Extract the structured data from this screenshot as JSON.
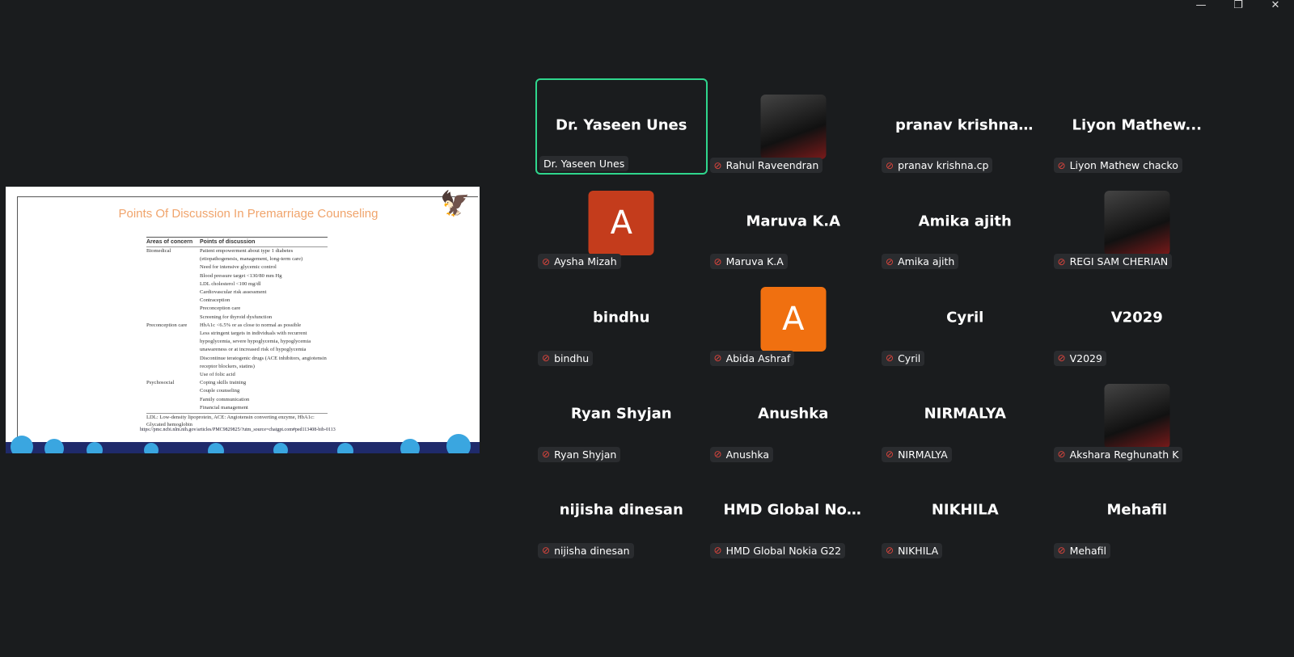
{
  "window_controls": {
    "minimize": "—",
    "restore": "❐",
    "close": "✕"
  },
  "slide": {
    "title": "Points Of Discussion In Premarriage Counseling",
    "headers": [
      "Areas of concern",
      "Points of discussion"
    ],
    "rows": [
      [
        "Biomedical",
        "Patient empowerment about type 1 diabetes (etiopathogenesis, management, long-term care)"
      ],
      [
        "",
        "Need for intensive glycemic control"
      ],
      [
        "",
        "Blood pressure target <130/80 mm Hg"
      ],
      [
        "",
        "LDL cholesterol <100 mg/dl"
      ],
      [
        "",
        "Cardiovascular risk assessment"
      ],
      [
        "",
        "Contraception"
      ],
      [
        "",
        "Preconception care"
      ],
      [
        "",
        "Screening for thyroid dysfunction"
      ],
      [
        "Preconception care",
        "HbA1c <6.5% or as close to normal as possible"
      ],
      [
        "",
        "Less stringent targets in individuals with recurrent hypoglycemia, severe hypoglycemia, hypoglycemia unawareness or at increased risk of hypoglycemia"
      ],
      [
        "",
        "Discontinue teratogenic drugs (ACE inhibitors, angiotensin receptor blockers, statins)"
      ],
      [
        "",
        "Use of folic acid"
      ],
      [
        "Psychosocial",
        "Coping skills training"
      ],
      [
        "",
        "Couple counseling"
      ],
      [
        "",
        "Family communication"
      ],
      [
        "",
        "Financial management"
      ]
    ],
    "footnote": "LDL: Low-density lipoprotein, ACE: Angiotensin converting enzyme, HbA1c: Glycated hemoglobin",
    "url": "https://pmc.ncbi.nlm.nih.gov/articles/PMC9829825/?utm_source=chatgpt.com#ped113408-bib-0113"
  },
  "participants": [
    {
      "big": "Dr. Yaseen Unes",
      "label": "Dr. Yaseen Unes",
      "active": true,
      "muted": false
    },
    {
      "avatar": "photo",
      "label": "Rahul Raveendran",
      "muted": true
    },
    {
      "big": "pranav krishna.cp",
      "label": "pranav krishna.cp",
      "muted": true
    },
    {
      "big": "Liyon  Mathew...",
      "label": "Liyon  Mathew chacko",
      "muted": true
    },
    {
      "avatar": "A",
      "color": "#c43c1c",
      "label": "Aysha Mizah",
      "muted": true
    },
    {
      "big": "Maruva K.A",
      "label": "Maruva K.A",
      "muted": true
    },
    {
      "big": "Amika ajith",
      "label": "Amika ajith",
      "muted": true
    },
    {
      "avatar": "photo",
      "label": "REGI SAM CHERIAN",
      "muted": true
    },
    {
      "big": "bindhu",
      "label": "bindhu",
      "muted": true
    },
    {
      "avatar": "A",
      "color": "#f07010",
      "label": "Abida Ashraf",
      "muted": true
    },
    {
      "big": "Cyril",
      "label": "Cyril",
      "muted": true
    },
    {
      "big": "V2029",
      "label": "V2029",
      "muted": true
    },
    {
      "big": "Ryan Shyjan",
      "label": "Ryan Shyjan",
      "muted": true
    },
    {
      "big": "Anushka",
      "label": "Anushka",
      "muted": true
    },
    {
      "big": "NIRMALYA",
      "label": "NIRMALYA",
      "muted": true
    },
    {
      "avatar": "photo",
      "label": "Akshara Reghunath K",
      "muted": true
    },
    {
      "big": "nijisha dinesan",
      "label": "nijisha dinesan",
      "muted": true
    },
    {
      "big": "HMD Global No...",
      "label": "HMD Global Nokia G22",
      "muted": true
    },
    {
      "big": "NIKHILA",
      "label": "NIKHILA",
      "muted": true
    },
    {
      "big": "Mehafil",
      "label": "Mehafil",
      "muted": true
    }
  ]
}
